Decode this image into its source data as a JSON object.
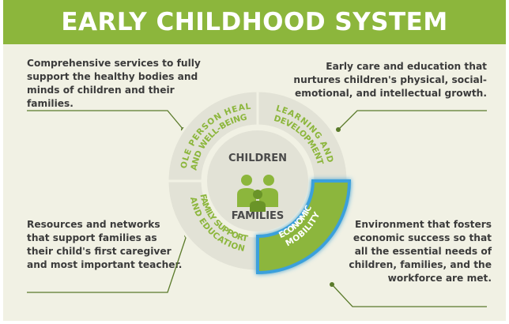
{
  "title": "EARLY CHILDHOOD SYSTEM",
  "center": {
    "top_word": "CHILDREN",
    "bottom_word": "FAMILIES"
  },
  "segments": [
    {
      "id": "health",
      "label_line1": "WHOLE PERSON HEALTH",
      "label_line2": "AND WELL-BEING",
      "description": "Comprehensive services to fully support the healthy bodies and minds of children and their families.",
      "highlighted": false
    },
    {
      "id": "learning",
      "label_line1": "LEARNING AND",
      "label_line2": "DEVELOPMENT",
      "description": "Early care and education that nurtures children's physical, social-emotional, and intellectual growth.",
      "highlighted": false
    },
    {
      "id": "economic",
      "label_line1": "ECONOMIC",
      "label_line2": "MOBILITY",
      "description": "Environment that fosters economic success so that all the essential needs of children, families, and the workforce are met.",
      "highlighted": true
    },
    {
      "id": "family",
      "label_line1": "FAMILY SUPPORT",
      "label_line2": "AND EDUCATION",
      "description": "Resources and networks that support families as their child's first caregiver and most important teacher.",
      "highlighted": false
    }
  ],
  "colors": {
    "header_bg": "#8cb63c",
    "panel_bg": "#f1f1e4",
    "ring_inactive": "#e2e2d6",
    "ring_active": "#8cb63c",
    "ring_label": "#8cb63c",
    "active_label": "#ffffff",
    "highlight_glow": "#3aa0dc",
    "center_bg": "#e2e2d6",
    "text": "#3b3b3b",
    "leader_line": "#5a7a2a"
  }
}
